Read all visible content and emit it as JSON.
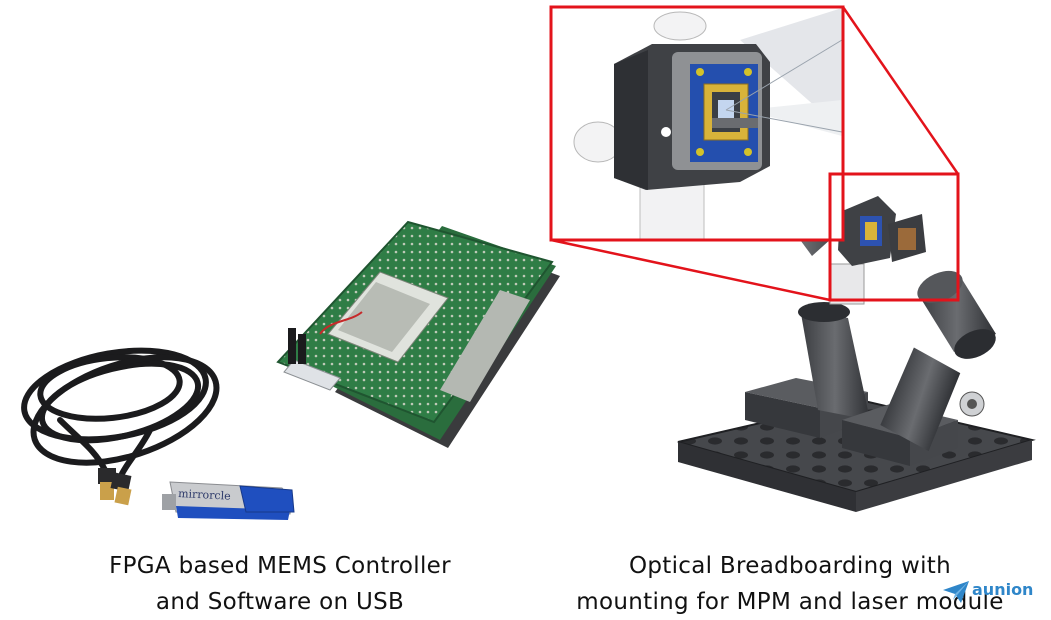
{
  "captions": {
    "left": {
      "line1": "FPGA based MEMS Controller",
      "line2": "and Software on USB"
    },
    "right": {
      "line1": "Optical Breadboarding with",
      "line2": "mounting for MPM and laser module"
    }
  },
  "usb_stick_brand": "mirrorcle",
  "watermark": {
    "text": "aunion",
    "icon": "paper-plane-icon"
  },
  "colors": {
    "callout": "#e3131b",
    "pcb": "#2f7d46",
    "usb_blue": "#1f4fbf",
    "metal": "#4a4c50",
    "mirror_gold": "#d8b33a",
    "caption_text": "#111111",
    "watermark": "#2f86c9"
  }
}
